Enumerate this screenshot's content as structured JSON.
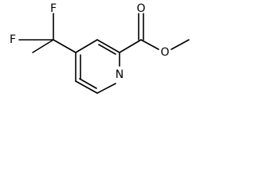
{
  "atoms": {
    "f_top": "F",
    "f_left": "F",
    "o_carbonyl": "O",
    "o_ester": "O",
    "n_ring": "N"
  },
  "colors": {
    "bond": "#000000",
    "label": "#000000",
    "background": "#ffffff"
  }
}
